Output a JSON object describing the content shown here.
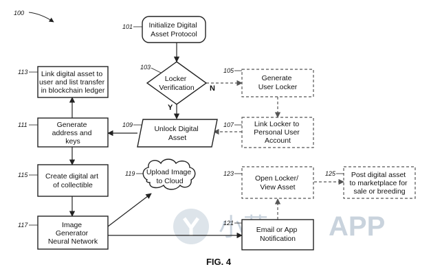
{
  "figure": {
    "ref": "100",
    "caption": "FIG. 4"
  },
  "nodes": [
    {
      "id": "n101",
      "ref": "101",
      "lines": [
        "Initialize Digital",
        "Asset Protocol"
      ]
    },
    {
      "id": "n103",
      "ref": "103",
      "lines": [
        "Locker",
        "Verification"
      ]
    },
    {
      "id": "n105",
      "ref": "105",
      "lines": [
        "Generate",
        "User Locker"
      ]
    },
    {
      "id": "n107",
      "ref": "107",
      "lines": [
        "Link Locker to",
        "Personal User",
        "Account"
      ]
    },
    {
      "id": "n109",
      "ref": "109",
      "lines": [
        "Unlock Digital",
        "Asset"
      ]
    },
    {
      "id": "n111",
      "ref": "111",
      "lines": [
        "Generate",
        "address and",
        "keys"
      ]
    },
    {
      "id": "n113",
      "ref": "113",
      "lines": [
        "Link digital asset to",
        "user and list transfer",
        "in blockchain ledger"
      ]
    },
    {
      "id": "n115",
      "ref": "115",
      "lines": [
        "Create digital art",
        "of collectible"
      ]
    },
    {
      "id": "n117",
      "ref": "117",
      "lines": [
        "Image",
        "Generator",
        "Neural Network"
      ]
    },
    {
      "id": "n119",
      "ref": "119",
      "lines": [
        "Upload Image",
        "to Cloud"
      ]
    },
    {
      "id": "n121",
      "ref": "121",
      "lines": [
        "Email or App",
        "Notification"
      ]
    },
    {
      "id": "n123",
      "ref": "123",
      "lines": [
        "Open Locker/",
        "View Asset"
      ]
    },
    {
      "id": "n125",
      "ref": "125",
      "lines": [
        "Post digital asset",
        "to marketplace for",
        "sale or breeding"
      ]
    }
  ],
  "edges": {
    "no_label": "N",
    "yes_label": "Y"
  },
  "watermark": {
    "brand": "小蓝",
    "app": "APP"
  },
  "colors": {
    "line": "#222222",
    "dashed": "#555555",
    "watermark": "#c9d3dd"
  }
}
